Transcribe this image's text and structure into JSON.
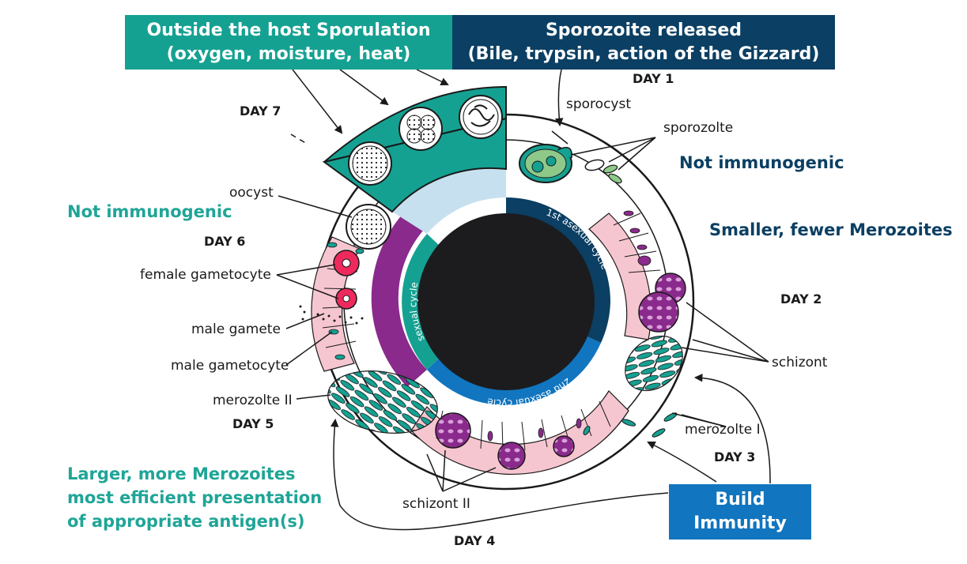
{
  "colors": {
    "teal": "#15a192",
    "navy": "#0b3f63",
    "blue": "#1175bf",
    "purple": "#8a2a8c",
    "pink": "#f6c6d0",
    "light_blue": "#c7e0ef",
    "core": "#1c1c1f"
  },
  "banners": {
    "sporulation": {
      "line1": "Outside the host Sporulation",
      "line2": "(oxygen, moisture, heat)"
    },
    "release": {
      "line1": "Sporozoite released",
      "line2": "(Bile, trypsin, action of the Gizzard)"
    },
    "immunity": {
      "line1": "Build",
      "line2": "Immunity"
    }
  },
  "days": {
    "day1": "DAY 1",
    "day2": "DAY 2",
    "day3": "DAY 3",
    "day4": "DAY 4",
    "day5": "DAY 5",
    "day6": "DAY 6",
    "day7": "DAY 7"
  },
  "labels": {
    "sporocyst": "sporocyst",
    "sporozoite": "sporozolte",
    "oocyst": "oocyst",
    "female_gametocyte": "female gametocyte",
    "male_gamete": "male gamete",
    "male_gametocyte": "male gametocyte",
    "merozoite_ii": "merozolte II",
    "schizont": "schizont",
    "merozoite_i": "merozolte I",
    "schizont_ii": "schizont II"
  },
  "notes": {
    "not_immunogenic_right": "Not immunogenic",
    "not_immunogenic_left": "Not immunogenic",
    "smaller": "Smaller, fewer Merozoites",
    "larger": {
      "line1": "Larger, more Merozoites",
      "line2": "most efficient presentation",
      "line3": "of appropriate antigen(s)"
    }
  },
  "ring": {
    "first_asexual": "1st asexual cycle",
    "second_asexual": "2nd asexual cycle",
    "sexual": "sexual cycle"
  }
}
